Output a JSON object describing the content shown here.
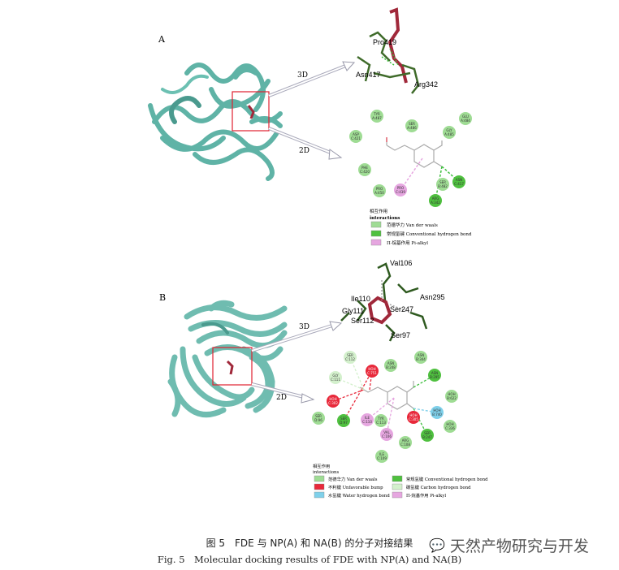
{
  "caption": {
    "cn": "图 5　FDE 与 NP(A) 和 NA(B) 的分子对接结果",
    "en": "Fig. 5　Molecular docking results of FDE with NP(A)  and NA(B)"
  },
  "watermark": "天然产物研究与开发",
  "colors": {
    "protein": "#5fb3a6",
    "ligand": "#a0283a",
    "vdw": "#9fdc94",
    "hbond": "#4fc03f",
    "pialkyl": "#e6a6e0",
    "bump": "#e8283a",
    "carbon_h": "#d3f0cc",
    "water_h": "#7fd0ea",
    "sticks": "#3f6b2a"
  },
  "panelA": {
    "label": "A",
    "arrow3d": "3D",
    "arrow2d": "2D",
    "residues3d": [
      "Pro419",
      "Asn417",
      "Arg342"
    ],
    "residues2d": [
      {
        "name": "TYR",
        "id": "A:487",
        "type": "vdw"
      },
      {
        "name": "SER",
        "id": "A:486",
        "type": "vdw"
      },
      {
        "name": "GLU",
        "id": "A:484",
        "type": "vdw"
      },
      {
        "name": "ASP",
        "id": "C:421",
        "type": "vdw"
      },
      {
        "name": "GLY",
        "id": "A:485",
        "type": "vdw"
      },
      {
        "name": "PHE",
        "id": "C:420",
        "type": "vdw"
      },
      {
        "name": "PRO",
        "id": "A:450",
        "type": "vdw"
      },
      {
        "name": "PRO",
        "id": "C:439",
        "type": "pialkyl"
      },
      {
        "name": "SER",
        "id": "B:482",
        "type": "vdw"
      },
      {
        "name": "ASN",
        "id": "C:417",
        "type": "hbond"
      },
      {
        "name": "ARG",
        "id": "A:342",
        "type": "hbond"
      }
    ],
    "legend": {
      "title_cn": "相互作用",
      "title_en": "interactions",
      "items": [
        {
          "type": "vdw",
          "label": "范德华力 Van der waals"
        },
        {
          "type": "hbond",
          "label": "常规氢键 Conventional hydrogen bond"
        },
        {
          "type": "pialkyl",
          "label": "Π-烷基作用 Pi-alkyl"
        }
      ]
    }
  },
  "panelB": {
    "label": "B",
    "arrow3d": "3D",
    "arrow2d": "2D",
    "residues3d": [
      "Val106",
      "Ile110",
      "Gly111",
      "Ser247",
      "Asn295",
      "Ser112",
      "Ser97"
    ],
    "residues2d": [
      {
        "name": "SER",
        "id": "C:112",
        "type": "carbon_h"
      },
      {
        "name": "HOH",
        "id": "C:751",
        "type": "bump"
      },
      {
        "name": "ASN",
        "id": "B:248",
        "type": "vdw"
      },
      {
        "name": "ASN",
        "id": "B:344",
        "type": "vdw"
      },
      {
        "name": "GLY",
        "id": "C:111",
        "type": "carbon_h"
      },
      {
        "name": "ASN",
        "id": "B:295",
        "type": "hbond"
      },
      {
        "name": "HOH",
        "id": "B:622",
        "type": "vdw"
      },
      {
        "name": "HOH",
        "id": "C:302",
        "type": "bump"
      },
      {
        "name": "SER",
        "id": "D:97",
        "type": "hbond"
      },
      {
        "name": "SER",
        "id": "D:96",
        "type": "vdw"
      },
      {
        "name": "ILE",
        "id": "C:110",
        "type": "pialkyl"
      },
      {
        "name": "TYR",
        "id": "C:113",
        "type": "vdw"
      },
      {
        "name": "HOH",
        "id": "C:305",
        "type": "bump"
      },
      {
        "name": "HOH",
        "id": "B:740",
        "type": "water_h"
      },
      {
        "name": "HOH",
        "id": "C:336",
        "type": "vdw"
      },
      {
        "name": "VAL",
        "id": "C:106",
        "type": "pialkyl"
      },
      {
        "name": "ARG",
        "id": "C:108",
        "type": "vdw"
      },
      {
        "name": "SER",
        "id": "B:247",
        "type": "hbond"
      },
      {
        "name": "ILE",
        "id": "C:109",
        "type": "vdw"
      }
    ],
    "legend": {
      "title_cn": "相互作用",
      "title_en": "interactions",
      "items": [
        {
          "type": "vdw",
          "label": "范德华力 Van der waals"
        },
        {
          "type": "hbond",
          "label": "常规氢键 Conventional hydrogen bond"
        },
        {
          "type": "bump",
          "label": "不利键 Unfavorable bump"
        },
        {
          "type": "carbon_h",
          "label": "碳氢键 Carbon hydrogen bond"
        },
        {
          "type": "water_h",
          "label": "水氢键 Water hydrogen bond"
        },
        {
          "type": "pialkyl",
          "label": "Π-烷基作用 Pi-alkyl"
        }
      ]
    }
  }
}
